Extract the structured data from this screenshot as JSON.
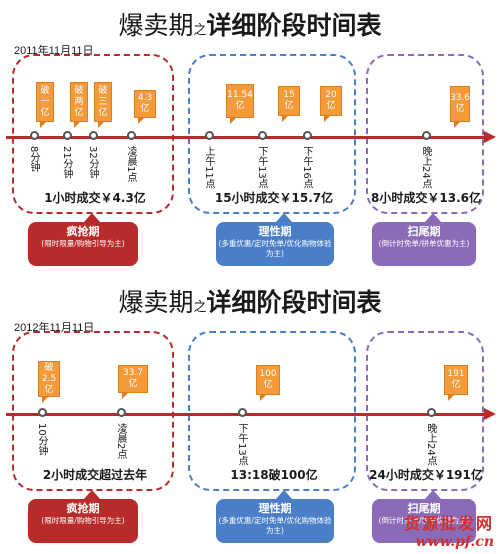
{
  "panels": [
    {
      "title_part1": "爆卖期",
      "title_small": "之",
      "title_part2": "详细阶段时间表",
      "date": "2011年11月11日",
      "callouts": [
        "破一亿",
        "破两亿",
        "破三亿",
        "4.3亿",
        "11.54亿",
        "15亿",
        "20亿",
        "33.6亿"
      ],
      "tick_labels": [
        "8分钟",
        "21分钟",
        "32分钟",
        "凌晨1点",
        "上午11点",
        "下午13点",
        "下午16点",
        "晚上24点"
      ],
      "summaries": [
        "1小时成交￥4.3亿",
        "15小时成交￥15.7亿",
        "8小时成交￥13.6亿"
      ],
      "tags": [
        {
          "name": "疯抢期",
          "desc": "(限时限量/购物引导为主)"
        },
        {
          "name": "理性期",
          "desc": "(多重优惠/定时免单/优化购物体验为主)"
        },
        {
          "name": "扫尾期",
          "desc": "(倒计时免单/拼单优惠为主)"
        }
      ]
    },
    {
      "title_part1": "爆卖期",
      "title_small": "之",
      "title_part2": "详细阶段时间表",
      "date": "2012年11月11日",
      "callouts": [
        "破2.5亿",
        "33.7亿",
        "100亿",
        "191亿"
      ],
      "tick_labels": [
        "10分钟",
        "凌晨2点",
        "下午13点",
        "晚上24点"
      ],
      "summaries": [
        "2小时成交超过去年",
        "13:18破100亿",
        "24小时成交￥191亿"
      ],
      "tags": [
        {
          "name": "疯抢期",
          "desc": "(限时限量/购物引导为主)"
        },
        {
          "name": "理性期",
          "desc": "(多重优惠/定时免单/优化购物体验为主)"
        },
        {
          "name": "扫尾期",
          "desc": "(倒计时免单/拼单优惠为主)"
        }
      ]
    }
  ],
  "watermark": {
    "line1": "货源批发网",
    "line2": "www.pf.cn"
  },
  "colors": {
    "red": "#b92b2b",
    "blue": "#4a7fc8",
    "purple": "#8a6bb8",
    "orange": "#f39a3b"
  }
}
